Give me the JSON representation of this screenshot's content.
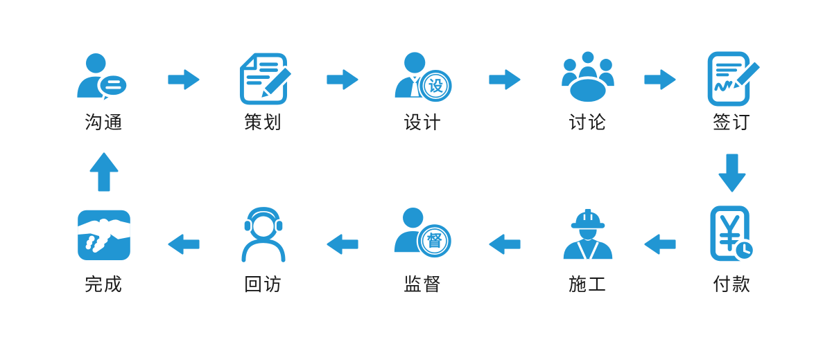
{
  "diagram": {
    "kind": "workflow-cycle",
    "background": "#ffffff",
    "accent_color": "#2196d3",
    "label_color": "#1a1a1a",
    "icon_detail_color": "#ffffff",
    "flow_order": [
      "沟通",
      "策划",
      "设计",
      "讨论",
      "签订",
      "付款",
      "施工",
      "监督",
      "回访",
      "完成"
    ],
    "cycle": true
  },
  "steps": {
    "top": [
      {
        "label": "沟通",
        "icon": "person-chat-icon"
      },
      {
        "label": "策划",
        "icon": "document-pencil-icon"
      },
      {
        "label": "设计",
        "icon": "designer-person-badge-icon",
        "badge_char": "设"
      },
      {
        "label": "讨论",
        "icon": "meeting-table-icon"
      },
      {
        "label": "签订",
        "icon": "contract-sign-icon"
      }
    ],
    "bottom": [
      {
        "label": "完成",
        "icon": "handshake-icon"
      },
      {
        "label": "回访",
        "icon": "headset-person-icon"
      },
      {
        "label": "监督",
        "icon": "supervisor-person-badge-icon",
        "badge_char": "督"
      },
      {
        "label": "施工",
        "icon": "construction-worker-icon"
      },
      {
        "label": "付款",
        "icon": "payment-invoice-clock-icon",
        "currency_symbol": "¥"
      }
    ]
  },
  "arrows": {
    "top_row_direction": "right",
    "bottom_row_direction": "left",
    "right_connector": "down",
    "left_connector": "up"
  }
}
